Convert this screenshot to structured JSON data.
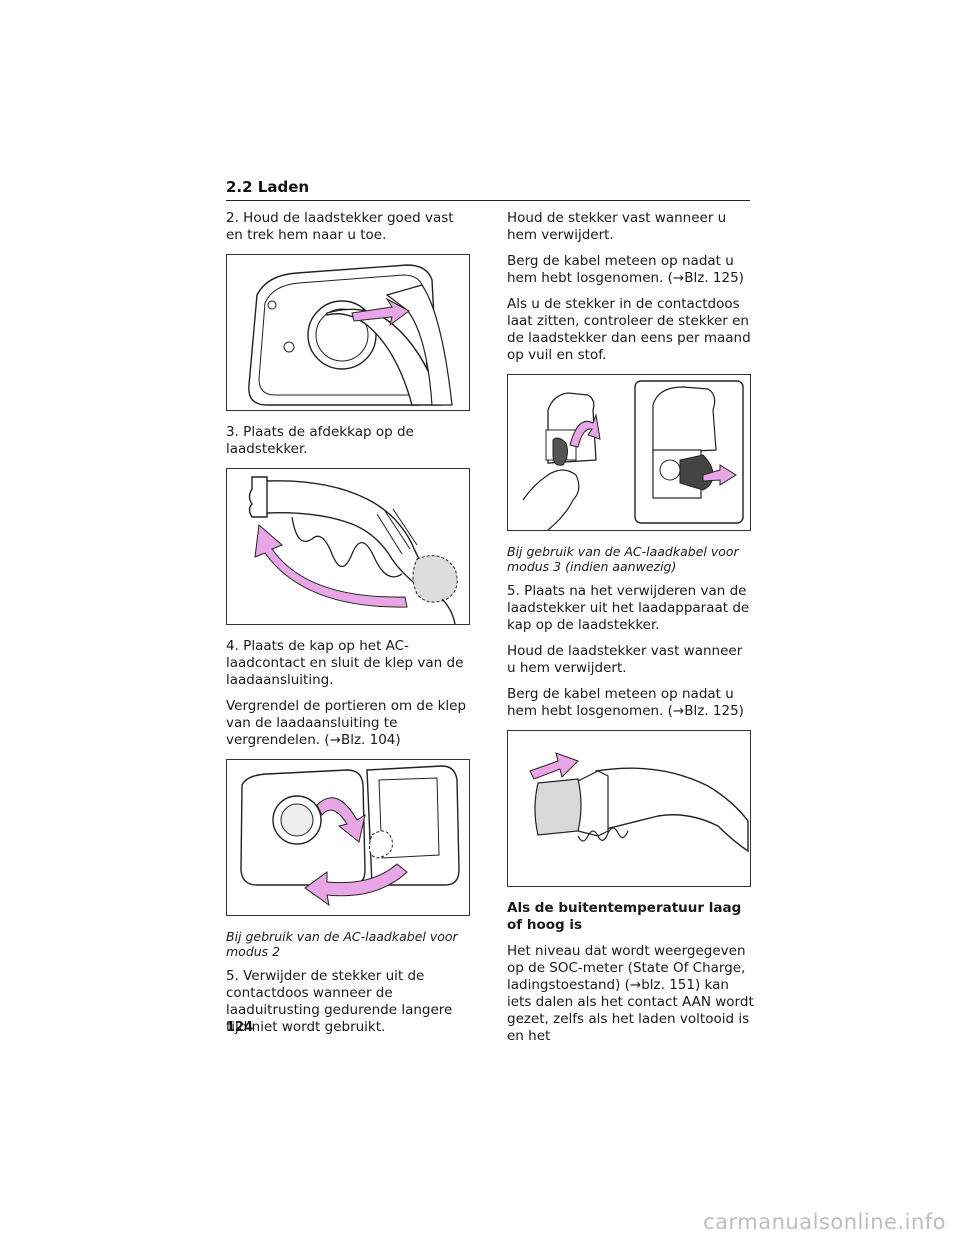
{
  "header": {
    "section": "2.2 Laden"
  },
  "left": {
    "p1": "2. Houd de laadstekker goed vast en trek hem naar u toe.",
    "p2": "3. Plaats de afdekkap op de laadstekker.",
    "p3": "4. Plaats de kap op het AC-laadcontact en sluit de klep van de laadaansluiting.",
    "p4": "Vergrendel de portieren om de klep van de laadaansluiting te vergrendelen. (→Blz. 104)",
    "caption": "Bij gebruik van de AC-laadkabel voor modus 2",
    "p5": "5. Verwijder de stekker uit de contactdoos wanneer de laaduitrusting gedurende langere tijd niet wordt gebruikt."
  },
  "right": {
    "p1": "Houd de stekker vast wanneer u hem verwijdert.",
    "p2": "Berg de kabel meteen op nadat u hem hebt losgenomen. (→Blz. 125)",
    "p3": "Als u de stekker in de contactdoos laat zitten, controleer de stekker en de laadstekker dan eens per maand op vuil en stof.",
    "caption": "Bij gebruik van de AC-laadkabel voor modus 3 (indien aanwezig)",
    "p4": "5. Plaats na het verwijderen van de laadstekker uit het laadapparaat de kap op de laadstekker.",
    "p5": "Houd de laadstekker vast wanneer u hem verwijdert.",
    "p6": "Berg de kabel meteen op nadat u hem hebt losgenomen. (→Blz. 125)",
    "subhead": "Als de buitentemperatuur laag of hoog is",
    "p7": "Het niveau dat wordt weergegeven op de SOC-meter (State Of Charge, ladingstoestand) (→blz. 151) kan iets dalen als het contact AAN wordt gezet, zelfs als het laden voltooid is en het"
  },
  "footer": {
    "page_number": "124"
  },
  "watermark": "carmanualsonline.info",
  "colors": {
    "arrow": "#e9a6e6",
    "line": "#222222"
  }
}
